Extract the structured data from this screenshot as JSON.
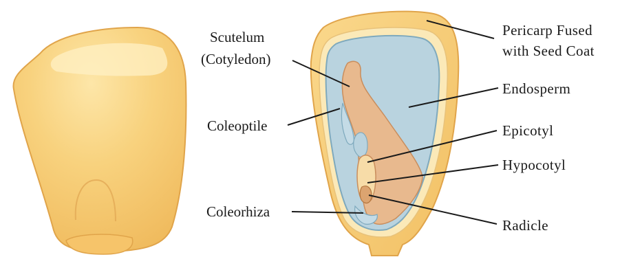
{
  "labels": {
    "scutelum": "Scutelum",
    "cotyledon": "(Cotyledon)",
    "coleoptile": "Coleoptile",
    "coleorhiza": "Coleorhiza",
    "pericarp_line1": "Pericarp Fused",
    "pericarp_line2": "with Seed Coat",
    "endosperm": "Endosperm",
    "epicotyl": "Epicotyl",
    "hypocotyl": "Hypocotyl",
    "radicle": "Radicle"
  },
  "colors": {
    "kernel_outer": "#f6c870",
    "kernel_highlight": "#fde6a8",
    "kernel_edge": "#e0a44a",
    "seed_coat": "#fbe9b8",
    "endosperm": "#b9d3df",
    "endosperm_edge": "#7ea9bd",
    "embryo": "#e8b98e",
    "embryo_edge": "#c98d5c",
    "epicotyl": "#f7dca8",
    "leader_line": "#1a1a1a"
  }
}
